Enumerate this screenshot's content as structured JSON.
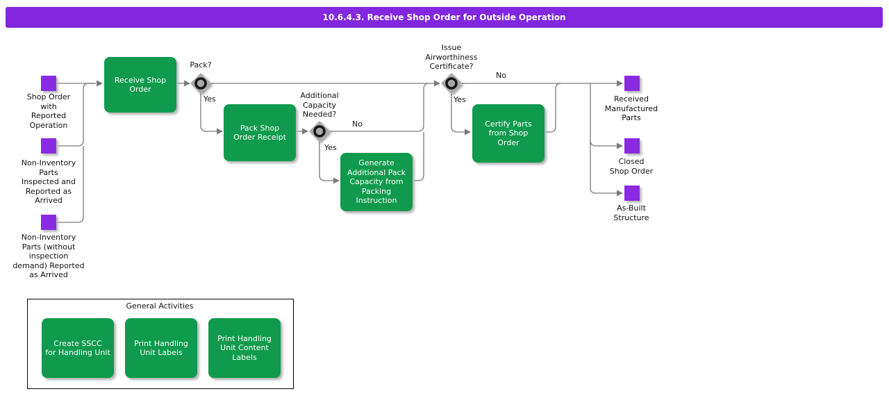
{
  "header": {
    "title": "10.6.4.3. Receive Shop Order for Outside Operation"
  },
  "colors": {
    "title_bar": "#8227DF",
    "event_square": "#8A2BE2",
    "activity_green": "#109A4E",
    "connector_gray": "#7a7a7a",
    "gateway_gray": "#a8a8a8"
  },
  "flow": {
    "inputs": [
      {
        "label": "Shop Order\nwith\nReported\nOperation"
      },
      {
        "label": "Non-Inventory\nParts\nInspected and\nReported as\nArrived"
      },
      {
        "label": "Non-Inventory\nParts (without\ninspection\ndemand) Reported\nas Arrived"
      }
    ],
    "activities": {
      "receive": "Receive Shop\nOrder",
      "pack": "Pack Shop\nOrder Receipt",
      "generate": "Generate\nAdditional Pack\nCapacity from\nPacking\nInstruction",
      "certify": "Certify Parts\nfrom Shop\nOrder"
    },
    "gateways": {
      "pack": {
        "question": "Pack?",
        "yes": "Yes"
      },
      "capacity": {
        "question": "Additional\nCapacity\nNeeded?",
        "yes": "Yes",
        "no": "No"
      },
      "certificate": {
        "question": "Issue\nAirworthiness\nCertificate?",
        "yes": "Yes",
        "no": "No"
      }
    },
    "outputs": [
      {
        "label": "Received\nManufactured\nParts"
      },
      {
        "label": "Closed\nShop Order"
      },
      {
        "label": "As-Built\nStructure"
      }
    ]
  },
  "general_activities": {
    "title": "General Activities",
    "items": [
      {
        "label": "Create SSCC\nfor Handling Unit"
      },
      {
        "label": "Print Handling\nUnit Labels"
      },
      {
        "label": "Print Handling\nUnit Content\nLabels"
      }
    ]
  }
}
